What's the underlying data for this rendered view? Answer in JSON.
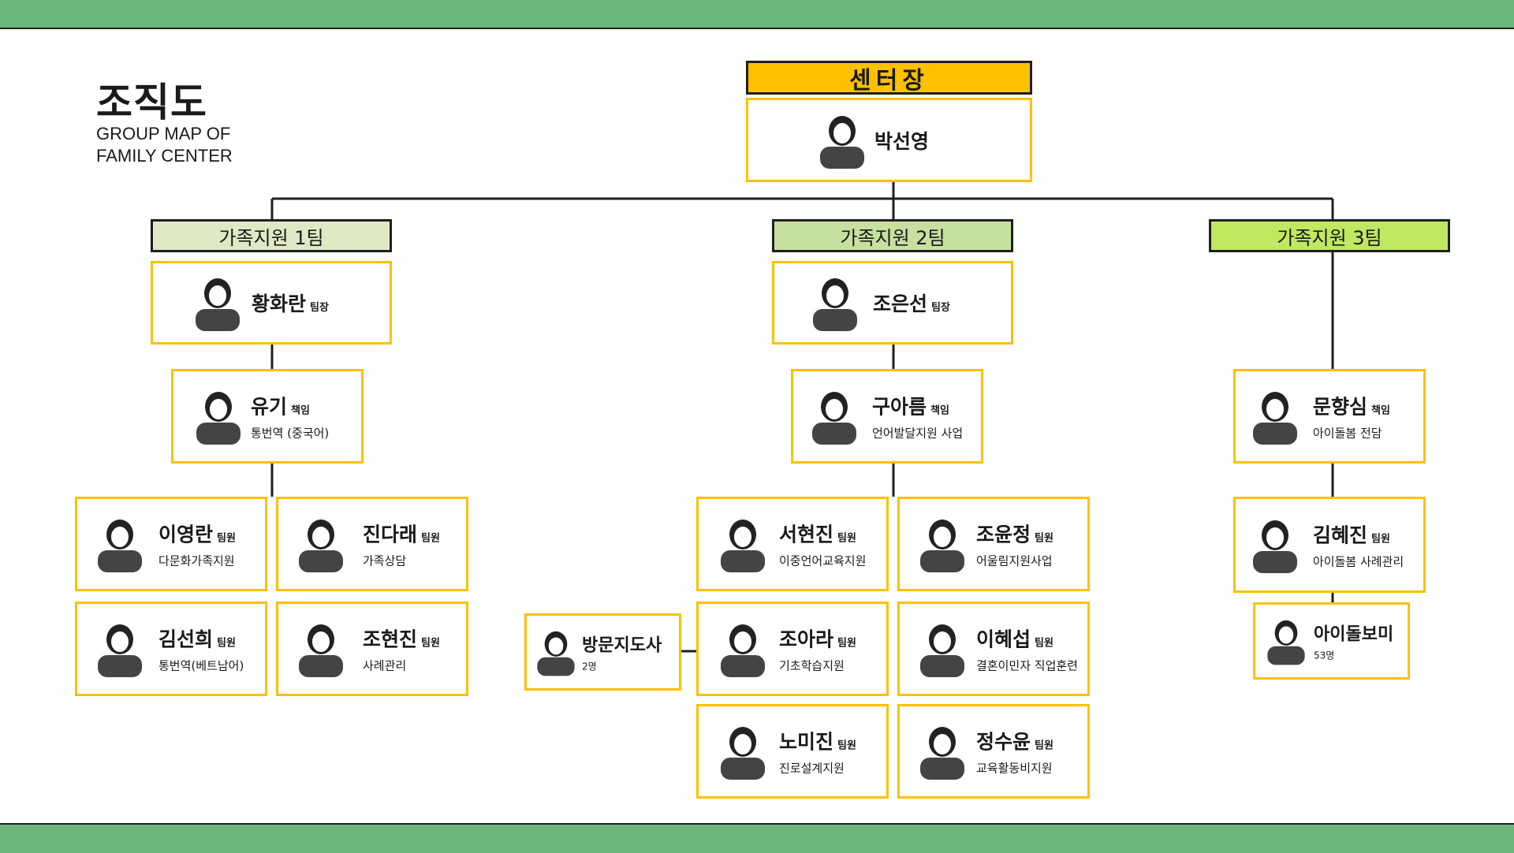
{
  "header": {
    "title": "조직도",
    "subtitle": "GROUP MAP OF\nFAMILY CENTER"
  },
  "center": {
    "label": "센터장",
    "name": "박선영"
  },
  "teams": [
    {
      "label": "가족지원 1팀",
      "leader": {
        "name": "황화란",
        "role": "팀장"
      },
      "manager": {
        "name": "유기",
        "role": "책임",
        "desc": "통번역 (중국어)"
      },
      "members": [
        {
          "name": "이영란",
          "role": "팀원",
          "desc": "다문화가족지원"
        },
        {
          "name": "진다래",
          "role": "팀원",
          "desc": "가족상담"
        },
        {
          "name": "김선희",
          "role": "팀원",
          "desc": "통번역(베트남어)"
        },
        {
          "name": "조현진",
          "role": "팀원",
          "desc": "사례관리"
        }
      ]
    },
    {
      "label": "가족지원 2팀",
      "leader": {
        "name": "조은선",
        "role": "팀장"
      },
      "manager": {
        "name": "구아름",
        "role": "책임",
        "desc": "언어발달지원 사업"
      },
      "members": [
        {
          "name": "서현진",
          "role": "팀원",
          "desc": "이중언어교육지원"
        },
        {
          "name": "조윤정",
          "role": "팀원",
          "desc": "어울림지원사업"
        },
        {
          "name": "조아라",
          "role": "팀원",
          "desc": "기초학습지원"
        },
        {
          "name": "이혜섭",
          "role": "팀원",
          "desc": "결혼이민자 직업훈련"
        },
        {
          "name": "노미진",
          "role": "팀원",
          "desc": "진로설계지원"
        },
        {
          "name": "정수윤",
          "role": "팀원",
          "desc": "교육활동비지원"
        }
      ],
      "visitor": {
        "name": "방문지도사",
        "count": "2명"
      }
    },
    {
      "label": "가족지원 3팀",
      "manager": {
        "name": "문향심",
        "role": "책임",
        "desc": "아이돌봄 전담"
      },
      "members": [
        {
          "name": "김혜진",
          "role": "팀원",
          "desc": "아이돌봄 사례관리"
        }
      ],
      "caregiver": {
        "name": "아이돌보미",
        "count": "53명"
      }
    }
  ],
  "colors": {
    "accent_bar": "#6bb77b",
    "card_border": "#ffc000",
    "center_label_bg": "#ffc000",
    "team1_bg": "#dfe9c5",
    "team2_bg": "#c6e0a0",
    "team3_bg": "#c0e860"
  },
  "icons": {
    "person": "person-avatar-icon"
  }
}
